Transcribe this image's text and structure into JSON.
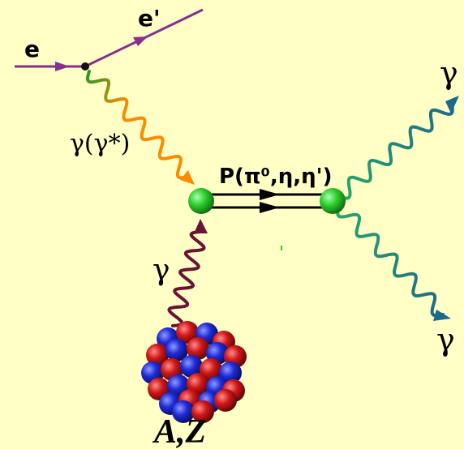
{
  "diagram": {
    "labels": {
      "electron_in": "e",
      "electron_out": "e'",
      "virtual_photon": "γ(γ*)",
      "meson": "P(π⁰,η,η')",
      "coulomb_photon": "γ",
      "decay_photon_top": "γ",
      "decay_photon_bottom": "γ",
      "nucleus": "A,Z"
    },
    "colors": {
      "background": "#ffffc6",
      "electron_line": "#8a2d8f",
      "virtual_photon_start": "#1f9a2a",
      "virtual_photon_end": "#ff8a00",
      "coulomb_photon": "#6b1236",
      "decay_photon_start": "#2aa86a",
      "decay_photon_end": "#1a6a8a",
      "vertex_green": "#2fcf2f",
      "proton_red": "#d11717",
      "neutron_blue": "#1f2bd8"
    }
  }
}
